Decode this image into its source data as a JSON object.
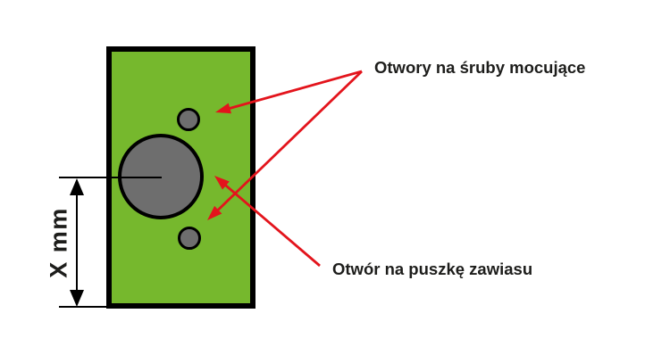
{
  "diagram": {
    "title_context": "hinge-drilling-template",
    "labels": {
      "screw_holes": "Otwory na śruby mocujące",
      "hinge_cup": "Otwór na puszkę zawiasu",
      "dimension": "X mm"
    },
    "colors": {
      "board_green": "#76b82d",
      "hole_gray": "#6e6e6e",
      "arrow_red": "#e3141c",
      "outline_black": "#000000",
      "text_black": "#1d1d1b",
      "background": "#ffffff"
    }
  }
}
